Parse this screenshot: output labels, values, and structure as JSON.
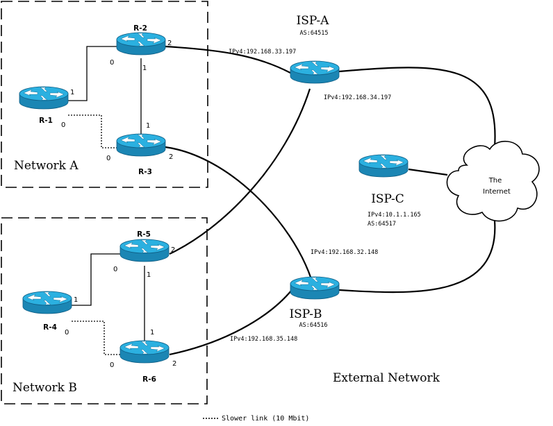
{
  "routers": {
    "r1": {
      "name": "R-1"
    },
    "r2": {
      "name": "R-2"
    },
    "r3": {
      "name": "R-3"
    },
    "r4": {
      "name": "R-4"
    },
    "r5": {
      "name": "R-5"
    },
    "r6": {
      "name": "R-6"
    }
  },
  "isps": {
    "a": {
      "name": "ISP-A",
      "as": "AS:64515"
    },
    "b": {
      "name": "ISP-B",
      "as": "AS:64516"
    },
    "c": {
      "name": "ISP-C",
      "ip": "IPv4:10.1.1.165",
      "as": "AS:64517"
    }
  },
  "ip_labels": {
    "r2_ispa": "IPv4:192.168.33.197",
    "r5_ispa": "IPv4:192.168.34.197",
    "r3_ispb": "IPv4:192.168.32.148",
    "r6_ispb": "IPv4:192.168.35.148"
  },
  "ports": {
    "r1_p1": "1",
    "r1_p0": "0",
    "r2_p0": "0",
    "r2_p1": "1",
    "r2_p2": "2",
    "r3_p1": "1",
    "r3_p0": "0",
    "r3_p2": "2",
    "r4_p1": "1",
    "r4_p0": "0",
    "r5_p0": "0",
    "r5_p1": "1",
    "r5_p2": "2",
    "r6_p1": "1",
    "r6_p0": "0",
    "r6_p2": "2"
  },
  "networks": {
    "a": "Network A",
    "b": "Network B",
    "external": "External Network"
  },
  "cloud": {
    "line1": "The",
    "line2": "Internet"
  },
  "legend": {
    "slow_link": "Slower link (10 Mbit)"
  },
  "colors": {
    "router_top": "#2bb0e0",
    "router_side": "#1b86b4",
    "router_dark": "#136f99"
  }
}
